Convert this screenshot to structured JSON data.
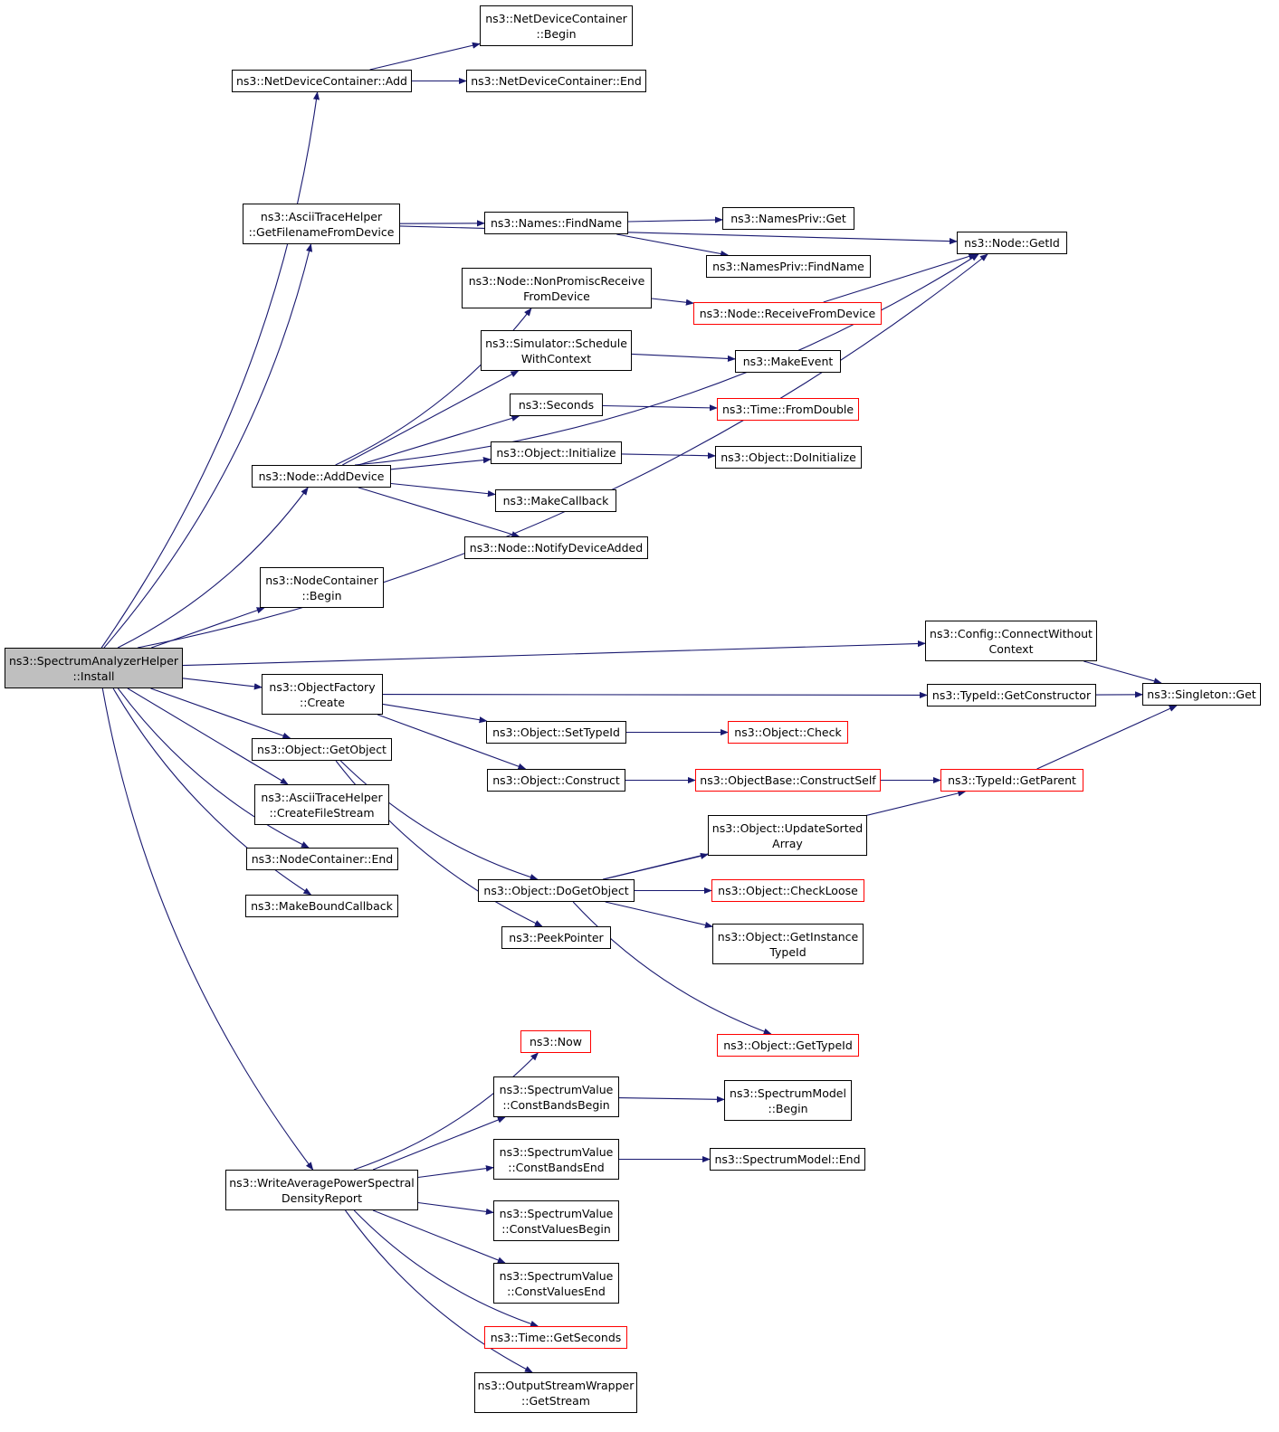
{
  "title": "",
  "colors": {
    "edge": "#191970",
    "border": "#000000",
    "truncated_border": "#ff0000",
    "root_fill": "#bfbfbf",
    "background": "#ffffff"
  },
  "nodes": {
    "root": {
      "lines": [
        "ns3::SpectrumAnalyzerHelper",
        "::Install"
      ],
      "truncated": false
    },
    "ndc_add": {
      "lines": [
        "ns3::NetDeviceContainer::Add"
      ],
      "truncated": false
    },
    "ndc_begin": {
      "lines": [
        "ns3::NetDeviceContainer",
        "::Begin"
      ],
      "truncated": false
    },
    "ndc_end": {
      "lines": [
        "ns3::NetDeviceContainer::End"
      ],
      "truncated": false
    },
    "ath_getfilename": {
      "lines": [
        "ns3::AsciiTraceHelper",
        "::GetFilenameFromDevice"
      ],
      "truncated": false
    },
    "names_findname": {
      "lines": [
        "ns3::Names::FindName"
      ],
      "truncated": false
    },
    "namespriv_get": {
      "lines": [
        "ns3::NamesPriv::Get"
      ],
      "truncated": false
    },
    "namespriv_findname": {
      "lines": [
        "ns3::NamesPriv::FindName"
      ],
      "truncated": false
    },
    "node_getid": {
      "lines": [
        "ns3::Node::GetId"
      ],
      "truncated": false
    },
    "node_nonpromisc": {
      "lines": [
        "ns3::Node::NonPromiscReceive",
        "FromDevice"
      ],
      "truncated": false
    },
    "node_receive": {
      "lines": [
        "ns3::Node::ReceiveFromDevice"
      ],
      "truncated": true
    },
    "sim_schedule": {
      "lines": [
        "ns3::Simulator::Schedule",
        "WithContext"
      ],
      "truncated": false
    },
    "makeevent": {
      "lines": [
        "ns3::MakeEvent"
      ],
      "truncated": false
    },
    "seconds": {
      "lines": [
        "ns3::Seconds"
      ],
      "truncated": false
    },
    "time_fromdouble": {
      "lines": [
        "ns3::Time::FromDouble"
      ],
      "truncated": true
    },
    "obj_initialize": {
      "lines": [
        "ns3::Object::Initialize"
      ],
      "truncated": false
    },
    "obj_doinitialize": {
      "lines": [
        "ns3::Object::DoInitialize"
      ],
      "truncated": false
    },
    "node_adddevice": {
      "lines": [
        "ns3::Node::AddDevice"
      ],
      "truncated": false
    },
    "makecallback": {
      "lines": [
        "ns3::MakeCallback"
      ],
      "truncated": false
    },
    "node_notify": {
      "lines": [
        "ns3::Node::NotifyDeviceAdded"
      ],
      "truncated": false
    },
    "nc_begin": {
      "lines": [
        "ns3::NodeContainer",
        "::Begin"
      ],
      "truncated": false
    },
    "config_connect": {
      "lines": [
        "ns3::Config::ConnectWithout",
        "Context"
      ],
      "truncated": false
    },
    "singleton_get": {
      "lines": [
        "ns3::Singleton::Get"
      ],
      "truncated": false
    },
    "objfactory_create": {
      "lines": [
        "ns3::ObjectFactory",
        "::Create"
      ],
      "truncated": false
    },
    "typeid_getctor": {
      "lines": [
        "ns3::TypeId::GetConstructor"
      ],
      "truncated": false
    },
    "obj_settypeid": {
      "lines": [
        "ns3::Object::SetTypeId"
      ],
      "truncated": false
    },
    "obj_check": {
      "lines": [
        "ns3::Object::Check"
      ],
      "truncated": true
    },
    "obj_getobject": {
      "lines": [
        "ns3::Object::GetObject"
      ],
      "truncated": false
    },
    "obj_construct": {
      "lines": [
        "ns3::Object::Construct"
      ],
      "truncated": false
    },
    "objbase_constructself": {
      "lines": [
        "ns3::ObjectBase::ConstructSelf"
      ],
      "truncated": true
    },
    "typeid_getparent": {
      "lines": [
        "ns3::TypeId::GetParent"
      ],
      "truncated": true
    },
    "ath_createfile": {
      "lines": [
        "ns3::AsciiTraceHelper",
        "::CreateFileStream"
      ],
      "truncated": false
    },
    "obj_updatesorted": {
      "lines": [
        "ns3::Object::UpdateSorted",
        "Array"
      ],
      "truncated": false
    },
    "nc_end": {
      "lines": [
        "ns3::NodeContainer::End"
      ],
      "truncated": false
    },
    "obj_dogetobject": {
      "lines": [
        "ns3::Object::DoGetObject"
      ],
      "truncated": false
    },
    "obj_checkloose": {
      "lines": [
        "ns3::Object::CheckLoose"
      ],
      "truncated": true
    },
    "makeboundcallback": {
      "lines": [
        "ns3::MakeBoundCallback"
      ],
      "truncated": false
    },
    "peekpointer": {
      "lines": [
        "ns3::PeekPointer"
      ],
      "truncated": false
    },
    "obj_getinstancetypeid": {
      "lines": [
        "ns3::Object::GetInstance",
        "TypeId"
      ],
      "truncated": false
    },
    "obj_gettypeid": {
      "lines": [
        "ns3::Object::GetTypeId"
      ],
      "truncated": true
    },
    "now": {
      "lines": [
        "ns3::Now"
      ],
      "truncated": true
    },
    "sv_constbandsbegin": {
      "lines": [
        "ns3::SpectrumValue",
        "::ConstBandsBegin"
      ],
      "truncated": false
    },
    "sm_begin": {
      "lines": [
        "ns3::SpectrumModel",
        "::Begin"
      ],
      "truncated": false
    },
    "sv_constbandsend": {
      "lines": [
        "ns3::SpectrumValue",
        "::ConstBandsEnd"
      ],
      "truncated": false
    },
    "sm_end": {
      "lines": [
        "ns3::SpectrumModel::End"
      ],
      "truncated": false
    },
    "writeavg": {
      "lines": [
        "ns3::WriteAveragePowerSpectral",
        "DensityReport"
      ],
      "truncated": false
    },
    "sv_constvaluesbegin": {
      "lines": [
        "ns3::SpectrumValue",
        "::ConstValuesBegin"
      ],
      "truncated": false
    },
    "sv_constvaluesend": {
      "lines": [
        "ns3::SpectrumValue",
        "::ConstValuesEnd"
      ],
      "truncated": false
    },
    "time_getseconds": {
      "lines": [
        "ns3::Time::GetSeconds"
      ],
      "truncated": true
    },
    "osw_getstream": {
      "lines": [
        "ns3::OutputStreamWrapper",
        "::GetStream"
      ],
      "truncated": false
    }
  },
  "edges": [
    [
      "root",
      "ndc_add"
    ],
    [
      "ndc_add",
      "ndc_begin"
    ],
    [
      "ndc_add",
      "ndc_end"
    ],
    [
      "root",
      "node_getid"
    ],
    [
      "root",
      "ath_getfilename"
    ],
    [
      "ath_getfilename",
      "names_findname"
    ],
    [
      "ath_getfilename",
      "node_getid"
    ],
    [
      "names_findname",
      "namespriv_get"
    ],
    [
      "names_findname",
      "namespriv_findname"
    ],
    [
      "root",
      "node_adddevice"
    ],
    [
      "node_adddevice",
      "node_nonpromisc"
    ],
    [
      "node_adddevice",
      "sim_schedule"
    ],
    [
      "node_adddevice",
      "seconds"
    ],
    [
      "node_adddevice",
      "obj_initialize"
    ],
    [
      "node_adddevice",
      "makecallback"
    ],
    [
      "node_adddevice",
      "node_notify"
    ],
    [
      "node_adddevice",
      "node_getid"
    ],
    [
      "node_nonpromisc",
      "node_receive"
    ],
    [
      "node_receive",
      "node_getid"
    ],
    [
      "sim_schedule",
      "makeevent"
    ],
    [
      "seconds",
      "time_fromdouble"
    ],
    [
      "obj_initialize",
      "obj_doinitialize"
    ],
    [
      "root",
      "nc_begin"
    ],
    [
      "root",
      "config_connect"
    ],
    [
      "config_connect",
      "singleton_get"
    ],
    [
      "root",
      "objfactory_create"
    ],
    [
      "objfactory_create",
      "typeid_getctor"
    ],
    [
      "typeid_getctor",
      "singleton_get"
    ],
    [
      "objfactory_create",
      "obj_settypeid"
    ],
    [
      "objfactory_create",
      "obj_construct"
    ],
    [
      "obj_settypeid",
      "obj_check"
    ],
    [
      "obj_construct",
      "objbase_constructself"
    ],
    [
      "objbase_constructself",
      "typeid_getparent"
    ],
    [
      "typeid_getparent",
      "singleton_get"
    ],
    [
      "root",
      "obj_getobject"
    ],
    [
      "obj_getobject",
      "obj_dogetobject"
    ],
    [
      "obj_getobject",
      "peekpointer"
    ],
    [
      "obj_dogetobject",
      "obj_updatesorted"
    ],
    [
      "obj_dogetobject",
      "obj_checkloose"
    ],
    [
      "obj_dogetobject",
      "obj_getinstancetypeid"
    ],
    [
      "obj_dogetobject",
      "obj_gettypeid"
    ],
    [
      "obj_dogetobject",
      "typeid_getparent"
    ],
    [
      "root",
      "ath_createfile"
    ],
    [
      "root",
      "nc_end"
    ],
    [
      "root",
      "makeboundcallback"
    ],
    [
      "root",
      "writeavg"
    ],
    [
      "writeavg",
      "now"
    ],
    [
      "writeavg",
      "sv_constbandsbegin"
    ],
    [
      "sv_constbandsbegin",
      "sm_begin"
    ],
    [
      "writeavg",
      "sv_constbandsend"
    ],
    [
      "sv_constbandsend",
      "sm_end"
    ],
    [
      "writeavg",
      "sv_constvaluesbegin"
    ],
    [
      "writeavg",
      "sv_constvaluesend"
    ],
    [
      "writeavg",
      "time_getseconds"
    ],
    [
      "writeavg",
      "osw_getstream"
    ]
  ]
}
